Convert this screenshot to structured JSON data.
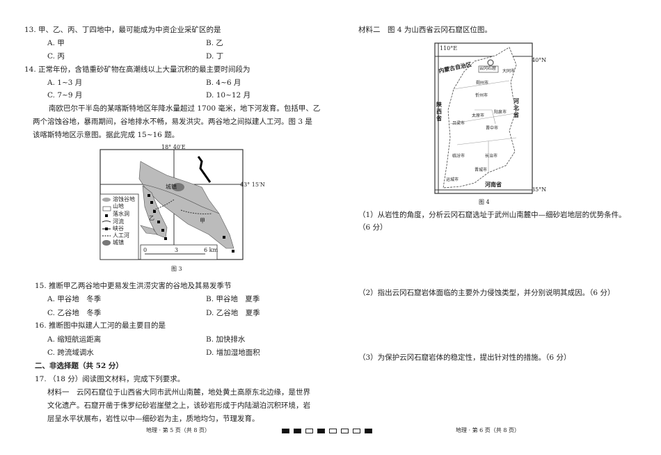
{
  "left": {
    "q13": {
      "stem": "13. 甲、乙、丙、丁四地中，最可能成为中资企业采矿区的是",
      "a": "A. 甲",
      "b": "B. 乙",
      "c": "C. 丙",
      "d": "D. 丁"
    },
    "q14": {
      "stem": "14. 正常年份，含锆重砂矿物在高潮线以上大量沉积的最主要时间段为",
      "a": "A. 1~3 月",
      "b": "B. 4~6 月",
      "c": "C. 7~9 月",
      "d": "D. 10~12 月"
    },
    "intro": [
      "南欧巴尔干半岛的某喀斯特地区年降水量超过 1700 毫米，地下河发育。包括甲、乙",
      "两个溶蚀谷地，暴雨期间，谷地排水不畅，易发洪灾。两谷地之间拟建人工河。图 3 是",
      "该喀斯特地区示意图。据此完成 15~16 题。"
    ],
    "fig3": {
      "lon": "18° 40′E",
      "lat": "43° 15′N",
      "town": "城镇",
      "jia": "甲",
      "yi": "乙",
      "scale": [
        "0",
        "3",
        "6 km"
      ],
      "legend": [
        "溶蚀谷地",
        "山地",
        "落水洞",
        "河流",
        "峡谷",
        "人工河",
        "城镇"
      ],
      "caption": "图 3"
    },
    "q15": {
      "stem": "15. 推断甲乙两谷地中更易发生洪涝灾害的谷地及其易发季节",
      "a": "A. 甲谷地　冬季",
      "b": "B. 甲谷地　夏季",
      "c": "C. 乙谷地　冬季",
      "d": "D. 乙谷地　夏季"
    },
    "q16": {
      "stem": "16. 推断图中拟建人工河的最主要目的是",
      "a": "A. 缩短航运距离",
      "b": "B. 加快排水",
      "c": "C. 跨流域调水",
      "d": "D. 增加湿地面积"
    },
    "section2": "二、非选择题（共 52 分）",
    "q17": {
      "stem": "17. （18 分）阅读图文材料，完成下列要求。",
      "material1": [
        "材料一　云冈石窟位于山西省大同市武州山南麓，地处黄土高原东北边缘，是世界",
        "文化遗产。石窟开凿于侏罗纪砂岩崖壁之上，该砂岩形成于内陆湖泊沉积环境，岩",
        "层呈水平状展布，岩性以中—细砂岩为主，质地均匀，节理发育。"
      ]
    },
    "footer": "地理 · 第 5 页（共 8 页）"
  },
  "right": {
    "material2": "材料二　图 4 为山西省云冈石窟区位图。",
    "fig4": {
      "lon": "110°E",
      "lat_top": "40°N",
      "lat_bottom": "35°N",
      "site": "云冈石窟",
      "regions": {
        "neimeng": "内蒙古自治区",
        "shaanxi": "陕西省",
        "hebei": "河北省",
        "henan": "河南省"
      },
      "cities": {
        "datong": "大同市",
        "shuozhou": "朔州市",
        "xinzhou": "忻州市",
        "taiyuan": "太原市",
        "yangquan": "阳泉市",
        "lvliang": "吕梁市",
        "jinzhong": "晋中市",
        "linfen": "临汾市",
        "changzhi": "长治市",
        "jincheng": "晋城市",
        "yuncheng": "运城市"
      },
      "caption": "图 4"
    },
    "sub1": "（1）从岩性的角度，分析云冈石窟选址于武州山南麓中—细砂岩地层的优势条件。",
    "sub1_score": "（6 分）",
    "sub2": "（2）指出云冈石窟岩体面临的主要外力侵蚀类型，并分别说明其成因。（6 分）",
    "sub3": "（3）为保护云冈石窟岩体的稳定性，提出针对性的措施。（6 分）",
    "footer": "地理 · 第 6 页（共 8 页）"
  },
  "barcode_marks": [
    true,
    true,
    false,
    true,
    false,
    false,
    false,
    true
  ]
}
